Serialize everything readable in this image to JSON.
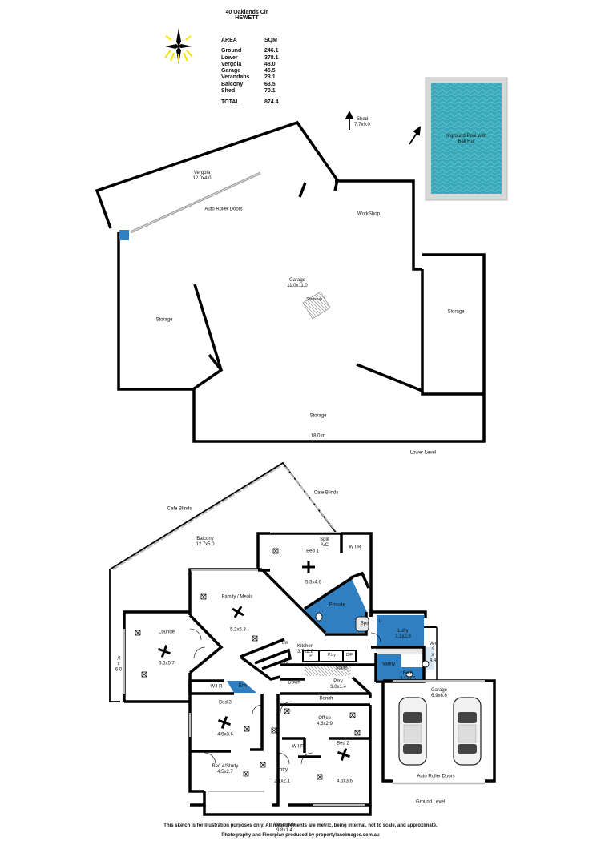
{
  "header": {
    "address_line1": "40 Oaklands Cir",
    "address_line2": "HEWETT"
  },
  "area_table": {
    "col_area": "AREA",
    "col_sqm": "SQM",
    "rows": [
      {
        "name": "Ground",
        "sqm": "246.1"
      },
      {
        "name": "Lower",
        "sqm": "378.1"
      },
      {
        "name": "Vergola",
        "sqm": "48.0"
      },
      {
        "name": "Garage",
        "sqm": "45.5"
      },
      {
        "name": "Verandahs",
        "sqm": "23.1"
      },
      {
        "name": "Balcony",
        "sqm": "63.5"
      },
      {
        "name": "Shed",
        "sqm": "70.1"
      }
    ],
    "total_label": "TOTAL",
    "total_sqm": "874.4"
  },
  "lower": {
    "shed": {
      "name": "Shed",
      "dim": "7.7x9.0"
    },
    "pool": {
      "name1": "Inground Pool with",
      "name2": "Bali Hut"
    },
    "vergola": {
      "name": "Vergola",
      "dim": "12.0x4.0"
    },
    "auto_roller_doors": "Auto Roller Doors",
    "workshop": "WorkShop",
    "garage": {
      "name": "Garage",
      "dim": "11.0x11.0"
    },
    "stairs_up": "Stairs up",
    "storage_left": "Storage",
    "storage_right": "Storage",
    "storage_bottom": "Storage",
    "width_label": "18.0 m",
    "level_label": "Lower Level"
  },
  "ground": {
    "cafe_blinds_left": "Cafe Blinds",
    "cafe_blinds_right": "Cafe Blinds",
    "balcony": {
      "name": "Balcony",
      "dim": "12.7x5.0"
    },
    "split_ac": {
      "l1": "Split",
      "l2": "A/C"
    },
    "bed1": {
      "name": "Bed 1",
      "dim": "5.3x4.6"
    },
    "wir_bed1": "W I R",
    "family": {
      "name": "Family / Meals",
      "dim": "5.2x6.3"
    },
    "ensuite": "Ensuite",
    "spa": "Spa",
    "lounge": {
      "name": "Lounge",
      "dim": "6.5x5.7"
    },
    "ver_left": {
      "l1": ".9",
      "l2": "x",
      "l3": "6.0"
    },
    "kitchen": {
      "name": "Kitchen",
      "dim": "3.7x2.8"
    },
    "dw": "DW",
    "wo": "WO",
    "p": "P",
    "ptry_small": "P.try",
    "df": "D/F",
    "stairs": "Stairs",
    "down": "Down",
    "ptry": {
      "name": "P.try",
      "dim": "3.0x1.4"
    },
    "ldry": {
      "name": "L.dry",
      "dim": "3.1x2.8"
    },
    "l": "L",
    "ver_right": {
      "l1": "Ver",
      "l2": ".9",
      "l3": "x",
      "l4": "4.4"
    },
    "vanity": "Vanity",
    "bath": {
      "name": "Bath",
      "dim": "3.1x1.5"
    },
    "wir_bed3": "W I R",
    "ens_small": "Ens",
    "bed3": {
      "name": "Bed 3",
      "dim": "4.5x3.6"
    },
    "bench": "Bench",
    "office": {
      "name": "Office",
      "dim": "4.6x2.9"
    },
    "garage": {
      "name": "Garage",
      "dim": "6.9x6.6"
    },
    "wir_bed2": "W I R",
    "bed2": {
      "name": "Bed 2",
      "dim": "4.5x3.6"
    },
    "bed4": {
      "name": "Bed 4/Study",
      "dim": "4.5x2.7"
    },
    "entry": {
      "name": "Entry",
      "dim": "2.1x2.1"
    },
    "auto_roller_doors": "Auto Roller Doors",
    "verandah": {
      "name": "Verandah",
      "dim": "9.8x1.4"
    },
    "level_label": "Ground Level"
  },
  "footer": {
    "line1": "This sketch is for illustration purposes only.   All measurements are metric, being internal, not to scale, and approximate.",
    "line2": "Photography and Floorplan produced by propertylaneimages.com.au"
  },
  "colors": {
    "wall": "#000000",
    "wet_area": "#2f7fc1",
    "pool_water": "#3aa8b8",
    "pool_coping": "#d8d8d8",
    "compass_star": "#f5e400"
  }
}
